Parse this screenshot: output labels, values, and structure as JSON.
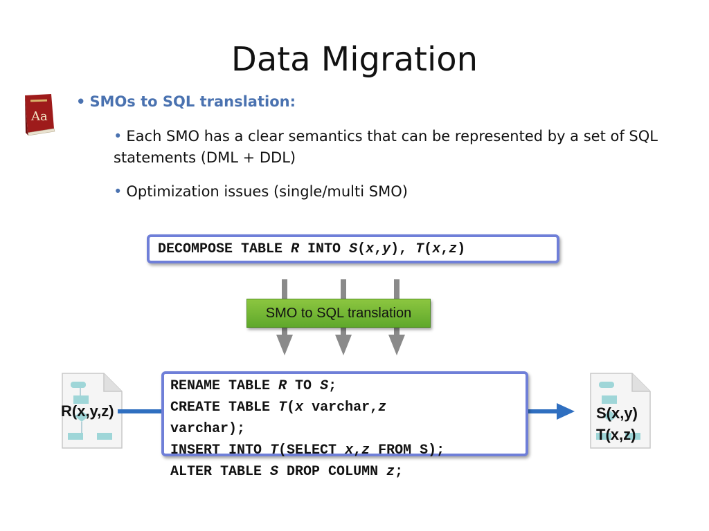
{
  "title": "Data Migration",
  "bullets": {
    "main": "SMOs to SQL translation:",
    "sub1": "Each SMO has a clear semantics that can be represented by a set of SQL statements (DML + DDL)",
    "sub2": "Optimization issues (single/multi SMO)"
  },
  "icon_book": "dictionary-icon",
  "icon_book_text": "Aa",
  "decompose": {
    "kw1": "DECOMPOSE TABLE ",
    "r": "R",
    "kw2": " INTO ",
    "s": "S",
    "p1": "(",
    "x1": "x",
    "c1": ",",
    "y1": "y",
    "p2": "), ",
    "t": "T",
    "p3": "(",
    "x2": "x",
    "c2": ",",
    "z1": "z",
    "p4": ")"
  },
  "smo_label": "SMO to SQL translation",
  "sql": {
    "l1a": "RENAME TABLE ",
    "l1r": "R",
    "l1b": " TO ",
    "l1s": "S",
    "l1c": ";",
    "l2a": "CREATE TABLE ",
    "l2t": "T",
    "l2b": "(",
    "l2x": "x",
    "l2c": " varchar,",
    "l2z": "z",
    "l3": "varchar);",
    "l4a": "INSERT INTO ",
    "l4t": "T",
    "l4b": "(SELECT ",
    "l4x": "x",
    "l4c": ",",
    "l4z": "z",
    "l4d": " FROM S);",
    "l5a": "ALTER TABLE ",
    "l5s": "S",
    "l5b": " DROP COLUMN ",
    "l5z": "z",
    "l5c": ";"
  },
  "left_doc_label": "R(x,y,z)",
  "right_doc_label1": "S(x,y)",
  "right_doc_label2": "T(x,z)",
  "colors": {
    "accent_blue": "#4a72b0",
    "box_border": "#6f7fd8",
    "green": "#6db33f",
    "arrow_gray": "#8a8a8a",
    "flow_blue": "#2f6fc0"
  }
}
